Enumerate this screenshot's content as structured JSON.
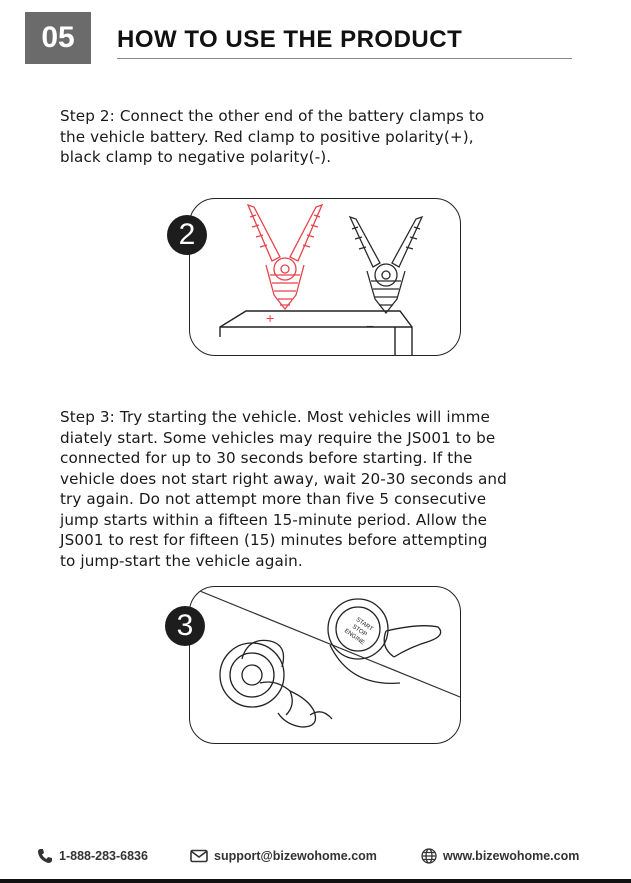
{
  "header": {
    "page_number": "05",
    "title": "HOW TO USE THE PRODUCT"
  },
  "step2": {
    "badge": "2",
    "text": "Step 2: Connect the other end of the battery clamps to\nthe vehicle battery. Red clamp to positive polarity(+),\nblack clamp to negative polarity(-).",
    "plus_sign": "+",
    "minus_sign": "−"
  },
  "step3": {
    "badge": "3",
    "text": "Step 3: Try starting the vehicle. Most vehicles will imme\ndiately start. Some vehicles may require the JS001 to be\nconnected for up to 30 seconds before starting. If the\nvehicle does not start right away, wait 20-30 seconds and\ntry again. Do not attempt more than five 5 consecutive\n jump starts within a fifteen 15-minute period. Allow the\nJS001 to rest for fifteen (15) minutes before attempting\nto jump-start the vehicle again.",
    "button_text": [
      "START",
      "STOP",
      "ENGINE"
    ]
  },
  "footer": {
    "phone": "1-888-283-6836",
    "email": "support@bizewohome.com",
    "website": "www.bizewohome.com"
  },
  "colors": {
    "red_clamp": "#e8424a",
    "black_clamp": "#2a2a2a",
    "header_block": "#6b6b6b"
  },
  "icons": [
    "phone-icon",
    "mail-icon",
    "globe-icon"
  ]
}
